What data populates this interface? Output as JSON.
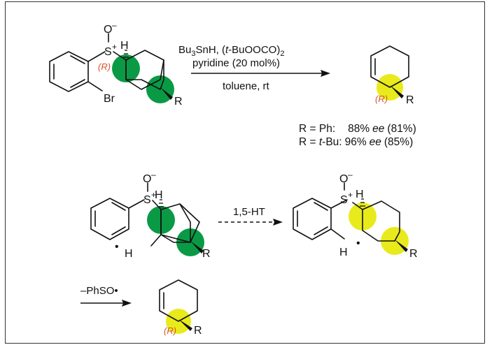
{
  "colors": {
    "green": "#0a9a45",
    "yellow": "#e8ea1c",
    "stereo_label": "#d9542a",
    "frame": "#333333"
  },
  "reaction1": {
    "reagent_line1_prefix": "Bu",
    "reagent_line1_sub": "3",
    "reagent_line1_mid": "SnH, (",
    "reagent_line1_italic": "t",
    "reagent_line1_suffix": "-BuOOCO)",
    "reagent_line1_sub2": "2",
    "reagent_line2": "pyridine (20 mol%)",
    "conditions": "toluene, rt"
  },
  "reactant1": {
    "oxygen": "O",
    "oxygen_charge": "–",
    "sulfur": "S",
    "sulfur_charge": "+",
    "hydrogen": "H",
    "stereo": "(R)",
    "bromine": "Br",
    "substituent": "R"
  },
  "product1": {
    "stereo": "(R)",
    "substituent": "R"
  },
  "results": {
    "row1_label": "R = Ph:",
    "row1_ee": "88%",
    "row1_ee_unit": "ee",
    "row1_yield": "(81%)",
    "row2_label_prefix": "R = ",
    "row2_label_italic": "t",
    "row2_label_suffix": "-Bu:",
    "row2_ee": "96%",
    "row2_ee_unit": "ee",
    "row2_yield": "(85%)"
  },
  "mechanism": {
    "step1_label": "1,5-HT",
    "step2_label": "–PhSO•",
    "radical_dot": "•",
    "oxygen": "O",
    "oxygen_charge": "–",
    "sulfur": "S",
    "sulfur_charge": "+",
    "hydrogen_top": "H",
    "hydrogen_bottom": "H",
    "substituent": "R",
    "final_stereo": "(R)",
    "final_substituent": "R"
  }
}
